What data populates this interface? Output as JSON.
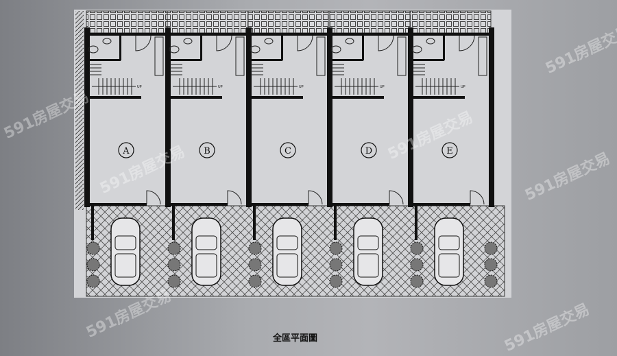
{
  "plan": {
    "title": "全區平面圖",
    "units": [
      "A",
      "B",
      "C",
      "D",
      "E"
    ],
    "stair_label": "UP"
  },
  "watermark": "591房屋交易",
  "colors": {
    "paper": "#d3d4d7",
    "wall": "#111111",
    "line": "#333333"
  }
}
